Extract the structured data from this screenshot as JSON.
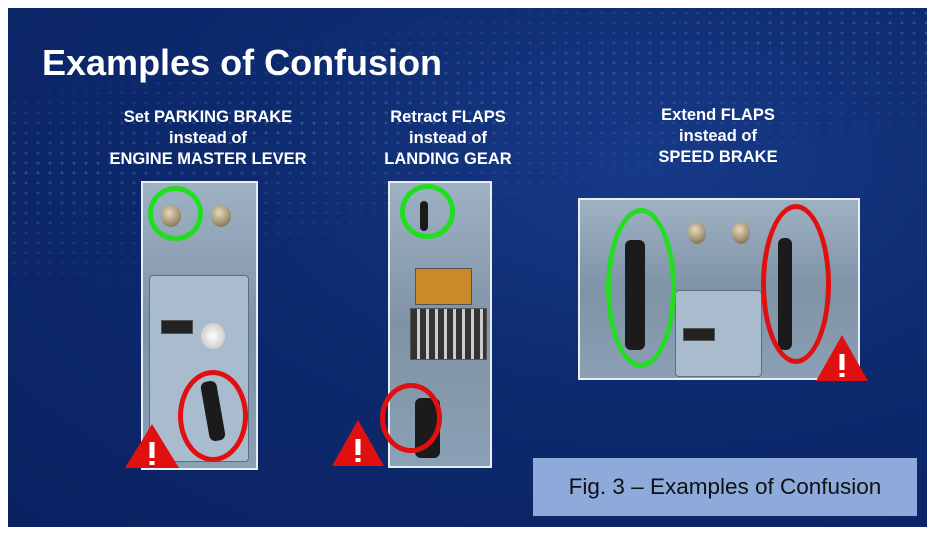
{
  "title": "Examples of Confusion",
  "examples": [
    {
      "line1": "Set PARKING BRAKE",
      "line2": "instead of",
      "line3": "ENGINE MASTER LEVER"
    },
    {
      "line1": "Retract FLAPS",
      "line2": "instead of",
      "line3": "LANDING GEAR"
    },
    {
      "line1": "Extend FLAPS",
      "line2": "instead of",
      "line3": "SPEED BRAKE"
    }
  ],
  "caption": "Fig. 3 – Examples of Confusion",
  "colors": {
    "correct": "#22dd22",
    "wrong": "#e01010",
    "background": "#0d2a6e",
    "caption_bg": "#8eaadb"
  },
  "icons": [
    "warning-triangle-icon"
  ]
}
